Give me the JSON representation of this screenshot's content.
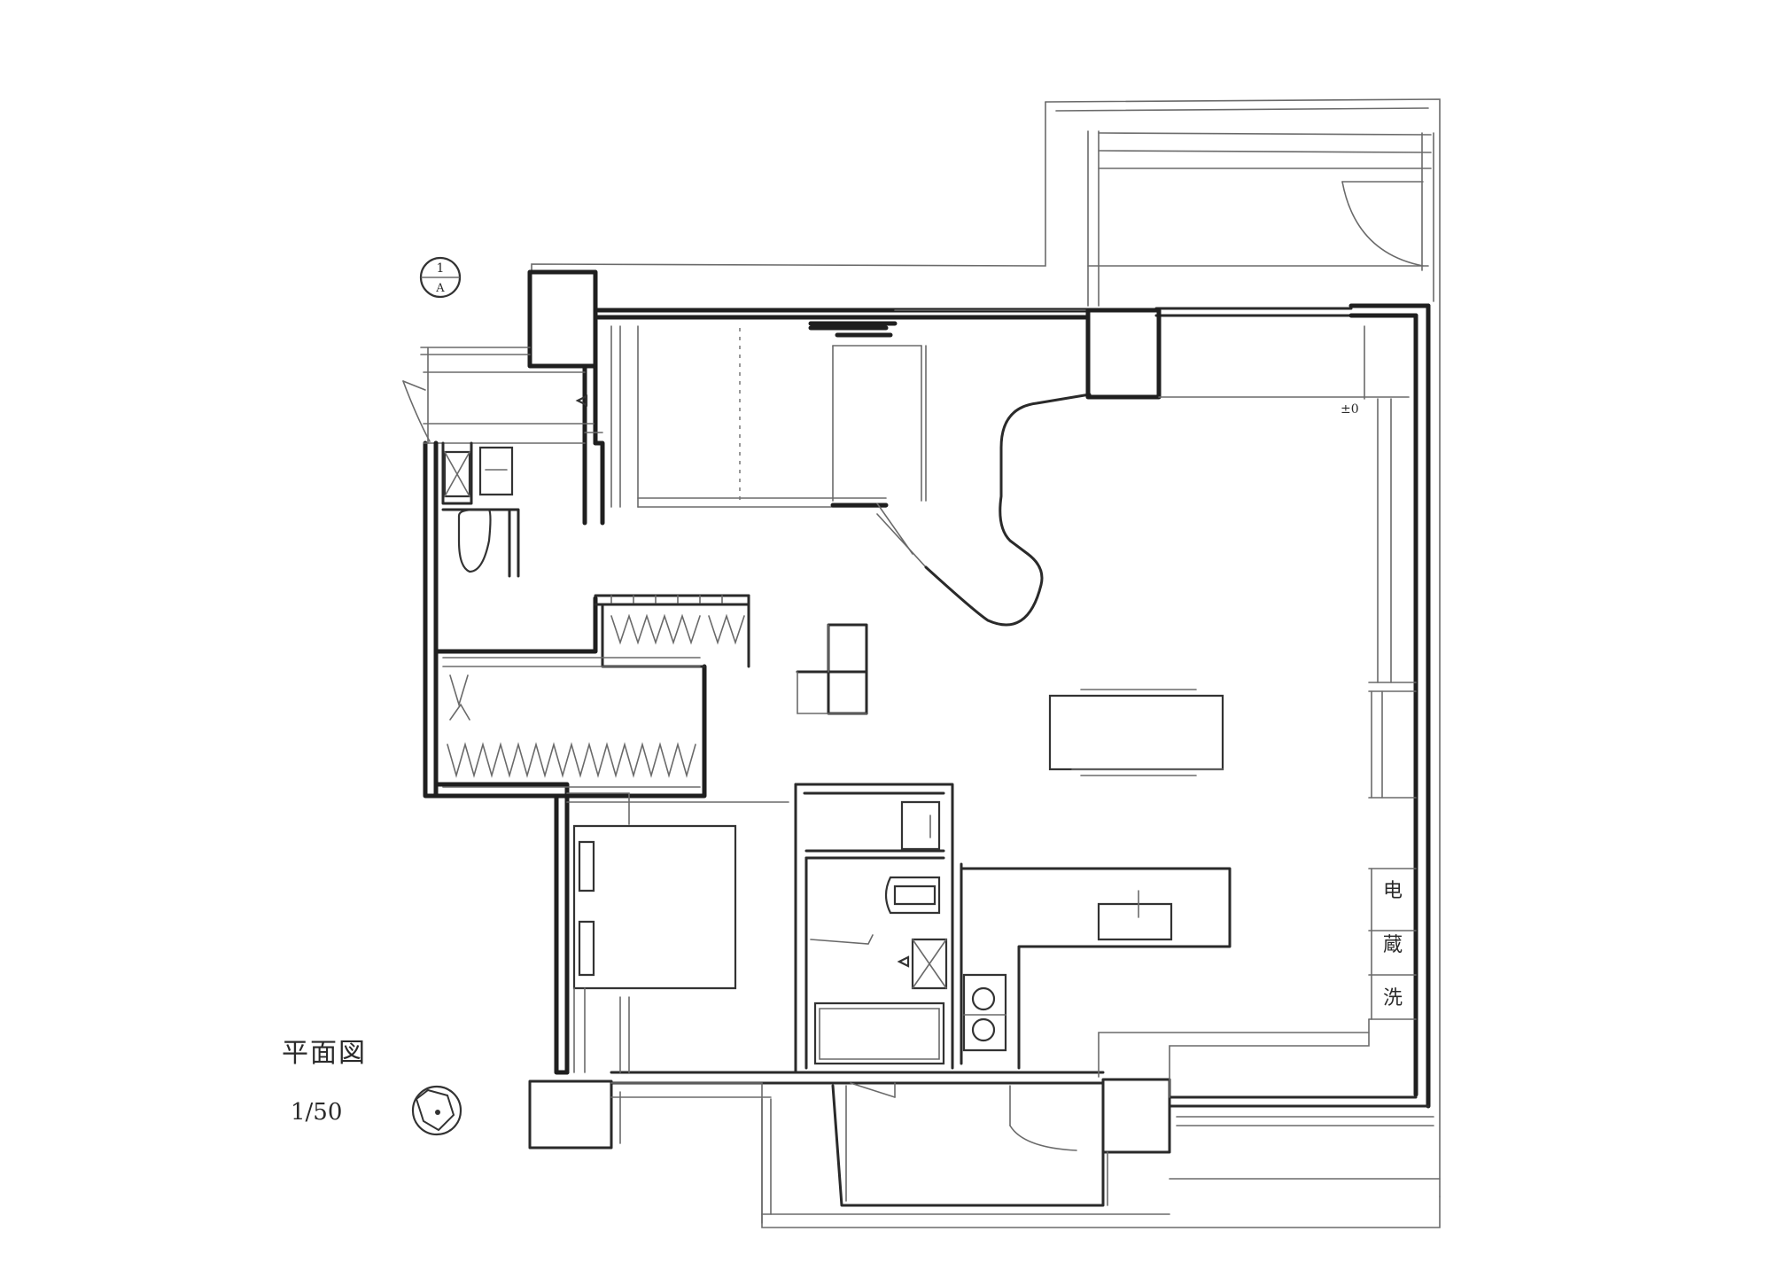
{
  "drawing": {
    "title": "平面図",
    "scale": "1/50",
    "section_mark": {
      "top": "1",
      "bottom": "A"
    },
    "level_mark": "±0",
    "kitchen_labels": [
      "电",
      "蔵",
      "洗"
    ]
  },
  "colors": {
    "ink": "#1f1f1f",
    "pencil": "#6a6a6a",
    "paper": "#ffffff"
  }
}
